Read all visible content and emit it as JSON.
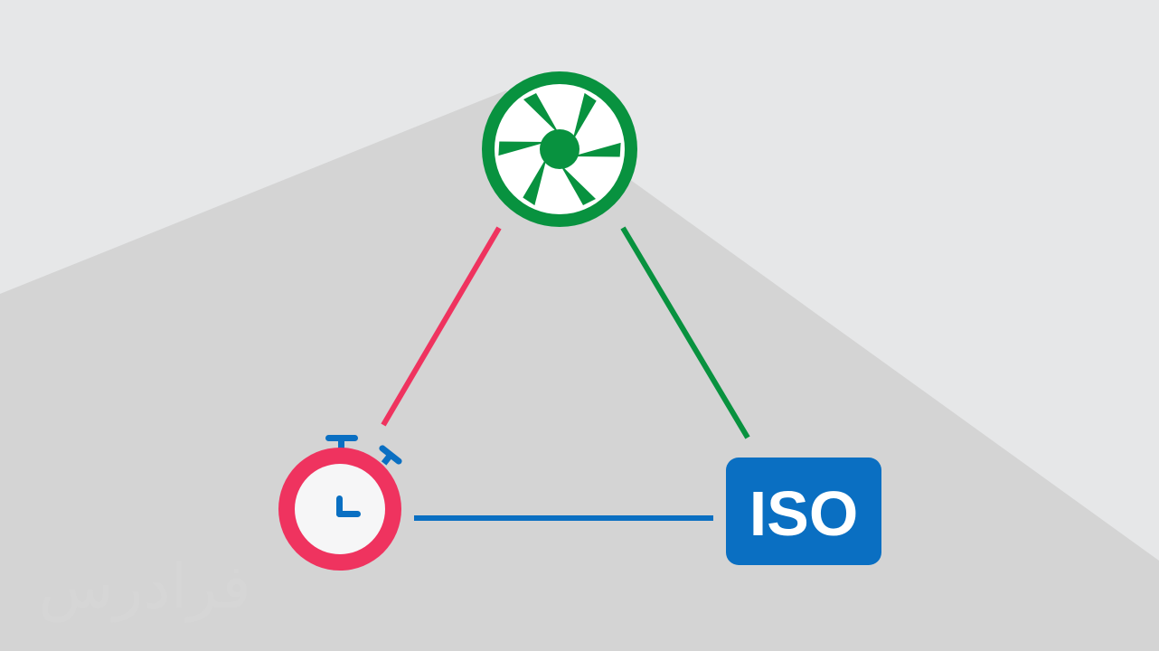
{
  "diagram": {
    "title": "",
    "nodes": {
      "aperture": {
        "icon": "aperture-icon",
        "color": "#08923f"
      },
      "shutter": {
        "icon": "stopwatch-icon",
        "color": "#ef335f",
        "accent": "#0a6fc2"
      },
      "iso": {
        "label": "ISO",
        "color": "#0a6fc2",
        "text_color": "#ffffff"
      }
    },
    "edges": [
      {
        "from": "shutter",
        "to": "aperture",
        "color": "#ef335f"
      },
      {
        "from": "aperture",
        "to": "iso",
        "color": "#08923f"
      },
      {
        "from": "shutter",
        "to": "iso",
        "color": "#0a6fc2"
      }
    ],
    "shadow_color": "#d4d4d4",
    "background_color": "#e6e7e8"
  },
  "watermark": {
    "text": "فرادرس",
    "color": "#d7d7d7"
  }
}
